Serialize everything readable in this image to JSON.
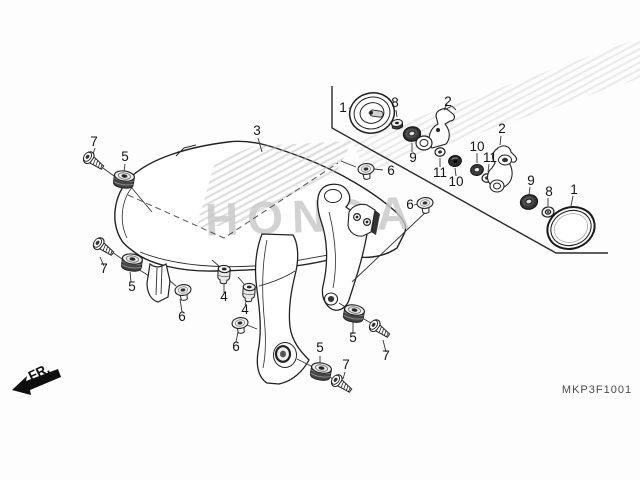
{
  "diagram": {
    "code": "MKP3F1001",
    "direction_label": "FR.",
    "watermark_text": "HONDA",
    "background_color": "#ffffff",
    "line_color": "#222222",
    "watermark_color": "#c8c8c8",
    "hardware_dark_color": "#3a3a3a"
  },
  "callouts": [
    {
      "label": "7"
    },
    {
      "label": "5"
    },
    {
      "label": "3"
    },
    {
      "label": "1"
    },
    {
      "label": "8"
    },
    {
      "label": "9"
    },
    {
      "label": "2"
    },
    {
      "label": "11"
    },
    {
      "label": "10"
    },
    {
      "label": "10"
    },
    {
      "label": "11"
    },
    {
      "label": "2"
    },
    {
      "label": "9"
    },
    {
      "label": "8"
    },
    {
      "label": "1"
    },
    {
      "label": "6"
    },
    {
      "label": "6"
    },
    {
      "label": "7"
    },
    {
      "label": "5"
    },
    {
      "label": "6"
    },
    {
      "label": "4"
    },
    {
      "label": "4"
    },
    {
      "label": "6"
    },
    {
      "label": "5"
    },
    {
      "label": "7"
    },
    {
      "label": "5"
    },
    {
      "label": "7"
    }
  ]
}
